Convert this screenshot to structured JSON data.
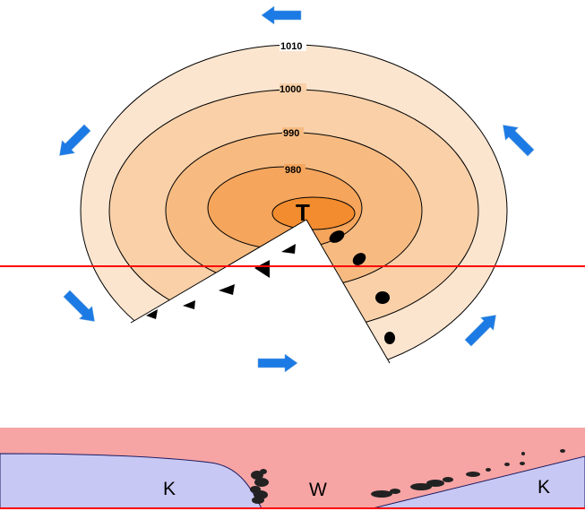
{
  "diagram": {
    "low_center_label": "T",
    "isobars": [
      {
        "label": "1010"
      },
      {
        "label": "1000"
      },
      {
        "label": "990"
      },
      {
        "label": "980"
      }
    ],
    "cross_section": {
      "left_air_label": "K",
      "warm_air_label": "W",
      "right_air_label": "K"
    },
    "colors": {
      "isobar_fills": [
        "#fbe5cf",
        "#f9d0a8",
        "#f7bb82",
        "#f5a55c",
        "#f28c2e"
      ],
      "wind_arrow": "#1c7ae5",
      "section_line": "#ff0000",
      "warm_air": "#f7a4a4",
      "cold_air": "#c8c8f4",
      "front_symbol": "#000000"
    },
    "wind_arrow_icons": [
      "arrow-west-icon",
      "arrow-southwest-icon",
      "arrow-southeast-icon",
      "arrow-east-icon",
      "arrow-northeast-icon",
      "arrow-northwest-icon"
    ]
  }
}
